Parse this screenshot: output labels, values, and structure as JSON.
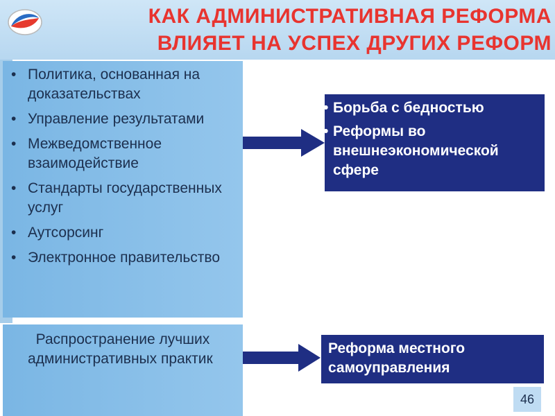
{
  "header": {
    "title": "КАК АДМИНИСТРАТИВНАЯ РЕФОРМА\nВЛИЯЕТ НА УСПЕХ ДРУГИХ РЕФОРМ",
    "title_color": "#e8342f"
  },
  "left_list": {
    "bullet": "•",
    "items": [
      "Политика, основанная на доказательствах",
      "Управление результатами",
      "Межведомственное взаимодействие",
      "Стандарты государственных услуг",
      "Аутсорсинг",
      "Электронное правительство"
    ]
  },
  "left_bottom": {
    "text": "  Распространение лучших административных практик"
  },
  "right_top": {
    "bullet": "•",
    "items": [
      "Борьба с бедностью",
      "Реформы во внешнеэкономической сфере"
    ]
  },
  "right_bottom": {
    "text": "Реформа местного самоуправления"
  },
  "colors": {
    "left_box": "#7ab6e4",
    "right_box": "#1f2e83",
    "arrow": "#1f2e83"
  },
  "page_number": "46"
}
